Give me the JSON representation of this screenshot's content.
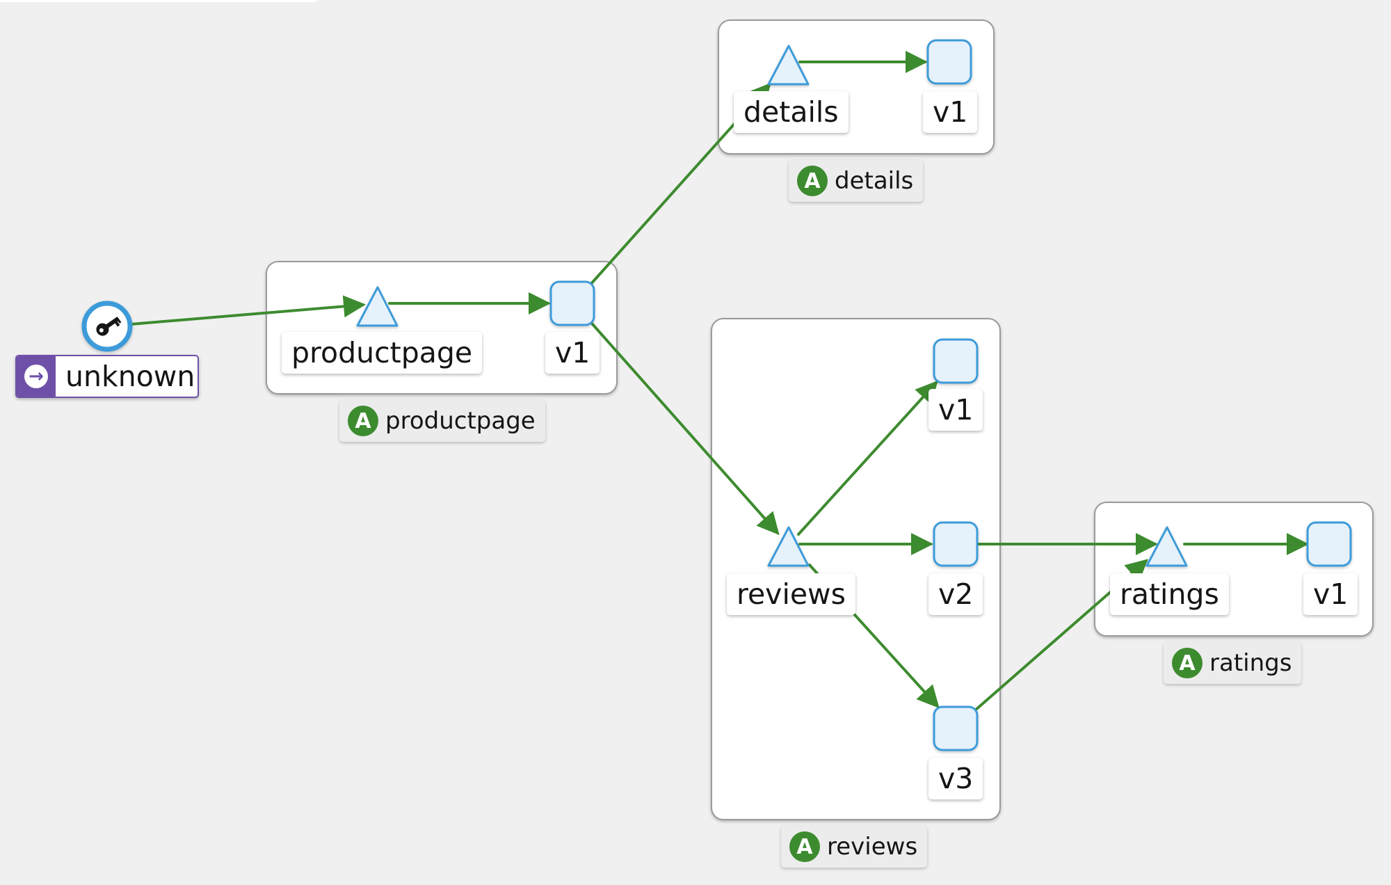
{
  "colors": {
    "edge": "#3d8b2f",
    "node_fill": "#e5f1fb",
    "node_stroke": "#3e9bd9",
    "app_badge": "#3d8b2f",
    "unknown_badge": "#6f50a8",
    "canvas": "#f0f0f0"
  },
  "icons": {
    "unknown_node": "key-icon",
    "unknown_badge": "arrow-right-icon",
    "app_badge": "A"
  },
  "nodes": {
    "unknown": {
      "label": "unknown"
    },
    "productpage_service": {
      "label": "productpage"
    },
    "productpage_v1": {
      "label": "v1"
    },
    "details_service": {
      "label": "details"
    },
    "details_v1": {
      "label": "v1"
    },
    "reviews_service": {
      "label": "reviews"
    },
    "reviews_v1": {
      "label": "v1"
    },
    "reviews_v2": {
      "label": "v2"
    },
    "reviews_v3": {
      "label": "v3"
    },
    "ratings_service": {
      "label": "ratings"
    },
    "ratings_v1": {
      "label": "v1"
    }
  },
  "apps": {
    "productpage": {
      "badge": "A",
      "label": "productpage"
    },
    "details": {
      "badge": "A",
      "label": "details"
    },
    "reviews": {
      "badge": "A",
      "label": "reviews"
    },
    "ratings": {
      "badge": "A",
      "label": "ratings"
    }
  },
  "edges": [
    {
      "from": "unknown",
      "to": "productpage_service"
    },
    {
      "from": "productpage_service",
      "to": "productpage_v1"
    },
    {
      "from": "productpage_v1",
      "to": "details_service"
    },
    {
      "from": "details_service",
      "to": "details_v1"
    },
    {
      "from": "productpage_v1",
      "to": "reviews_service"
    },
    {
      "from": "reviews_service",
      "to": "reviews_v1"
    },
    {
      "from": "reviews_service",
      "to": "reviews_v2"
    },
    {
      "from": "reviews_service",
      "to": "reviews_v3"
    },
    {
      "from": "reviews_v2",
      "to": "ratings_service"
    },
    {
      "from": "reviews_v3",
      "to": "ratings_service"
    },
    {
      "from": "ratings_service",
      "to": "ratings_v1"
    }
  ]
}
